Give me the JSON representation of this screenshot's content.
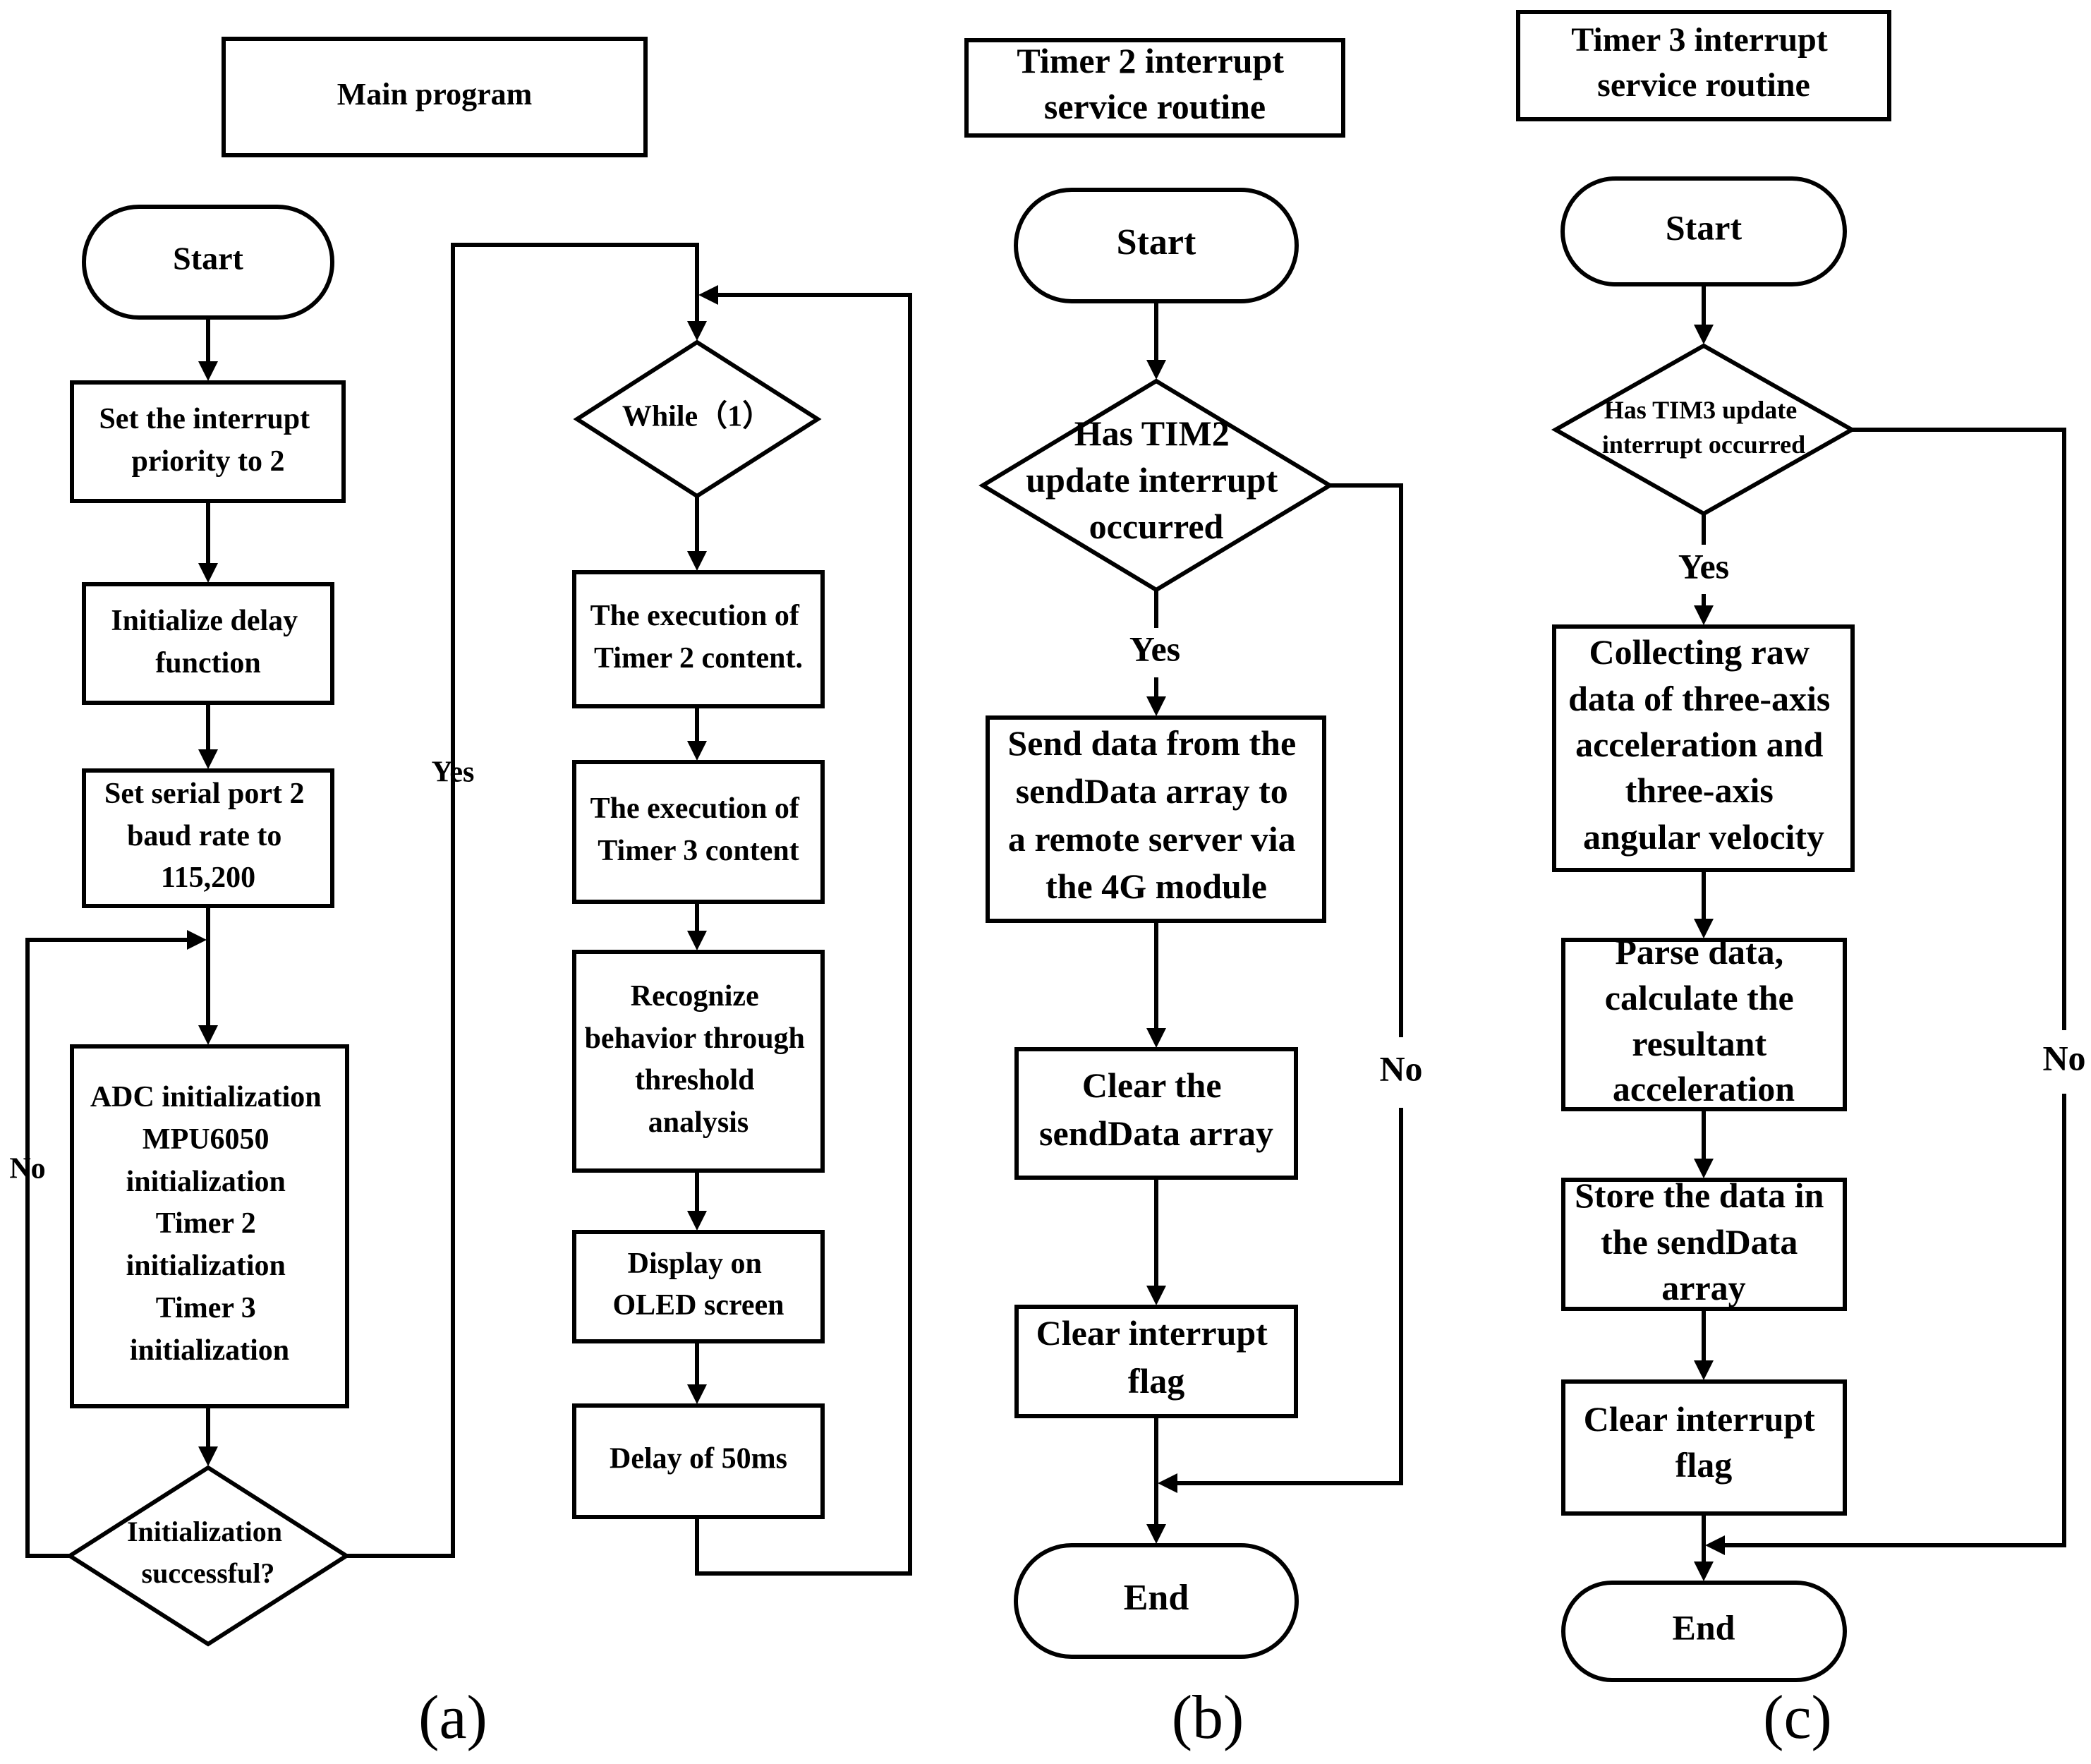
{
  "panels": {
    "a": {
      "title": "Main program",
      "start": "Start",
      "set_priority": [
        "Set the interrupt",
        "priority to 2"
      ],
      "init_delay": [
        "Initialize delay",
        "function"
      ],
      "set_serial": [
        "Set serial port 2",
        "baud rate to",
        "115,200"
      ],
      "init_block": [
        "ADC initialization",
        "MPU6050",
        "initialization",
        "Timer 2",
        "initialization",
        "Timer 3",
        "initialization"
      ],
      "decision": [
        "Initialization",
        "successful?"
      ],
      "label_yes": "Yes",
      "label_no": "No",
      "while": "While（1）",
      "exec_t2": [
        "The execution of",
        "Timer 2 content."
      ],
      "exec_t3": [
        "The execution of",
        "Timer 3 content"
      ],
      "recognize": [
        "Recognize",
        "behavior through",
        "threshold",
        "analysis"
      ],
      "display": [
        "Display on",
        "OLED screen"
      ],
      "delay": "Delay of 50ms",
      "caption": "(a)"
    },
    "b": {
      "title": [
        "Timer 2 interrupt",
        "service routine"
      ],
      "start": "Start",
      "decision": [
        "Has TIM2",
        "update interrupt",
        "occurred"
      ],
      "label_yes": "Yes",
      "label_no": "No",
      "send": [
        "Send data from the",
        "sendData array to",
        "a remote server via",
        "the 4G module"
      ],
      "clear_array": [
        "Clear the",
        "sendData array"
      ],
      "clear_flag": [
        "Clear interrupt",
        "flag"
      ],
      "end": "End",
      "caption": "(b)"
    },
    "c": {
      "title": [
        "Timer 3 interrupt",
        "service routine"
      ],
      "start": "Start",
      "decision": [
        "Has TIM3 update",
        "interrupt occurred"
      ],
      "label_yes": "Yes",
      "label_no": "No",
      "collect": [
        "Collecting raw",
        "data of three-axis",
        "acceleration and",
        "three-axis",
        "angular velocity"
      ],
      "parse": [
        "Parse data,",
        "calculate the",
        "resultant",
        "acceleration"
      ],
      "store": [
        "Store the data in",
        "the sendData",
        "array"
      ],
      "clear_flag": [
        "Clear interrupt",
        "flag"
      ],
      "end": "End",
      "caption": "(c)"
    }
  }
}
